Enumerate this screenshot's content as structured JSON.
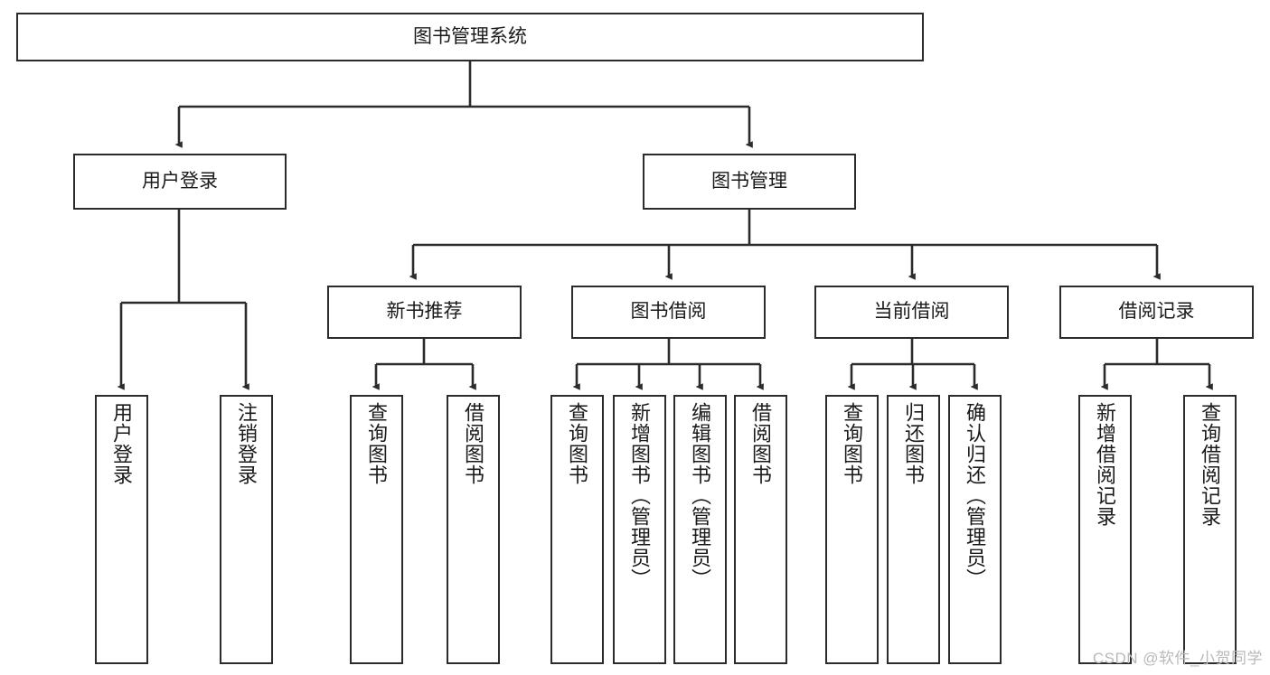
{
  "diagram": {
    "title": "图书管理系统",
    "type": "tree-hierarchy",
    "watermark": "CSDN @软件_小贺同学",
    "colors": {
      "stroke": "#2b2b2b",
      "fill": "#ffffff",
      "text": "#1a1a1a",
      "watermark": "#b9b9b9"
    },
    "nodes": {
      "root": {
        "label": "图书管理系统",
        "level": 1
      },
      "l2": [
        {
          "label": "用户登录",
          "level": 2
        },
        {
          "label": "图书管理",
          "level": 2
        }
      ],
      "l3": [
        {
          "label": "新书推荐",
          "level": 3
        },
        {
          "label": "图书借阅",
          "level": 3
        },
        {
          "label": "当前借阅",
          "level": 3
        },
        {
          "label": "借阅记录",
          "level": 3
        }
      ],
      "leaves_user_login": [
        {
          "label": "用户登录",
          "level": 3
        },
        {
          "label": "注销登录",
          "level": 3
        }
      ],
      "leaves_new_books": [
        {
          "label": "查询图书",
          "level": 4
        },
        {
          "label": "借阅图书",
          "level": 4
        }
      ],
      "leaves_borrow": [
        {
          "label": "查询图书",
          "level": 4
        },
        {
          "label": "新增图书（管理员）",
          "level": 4
        },
        {
          "label": "编辑图书（管理员）",
          "level": 4
        },
        {
          "label": "借阅图书",
          "level": 4
        }
      ],
      "leaves_current": [
        {
          "label": "查询图书",
          "level": 4
        },
        {
          "label": "归还图书",
          "level": 4
        },
        {
          "label": "确认归还（管理员）",
          "level": 4
        }
      ],
      "leaves_records": [
        {
          "label": "新增借阅记录",
          "level": 4
        },
        {
          "label": "查询借阅记录",
          "level": 4
        }
      ]
    }
  }
}
